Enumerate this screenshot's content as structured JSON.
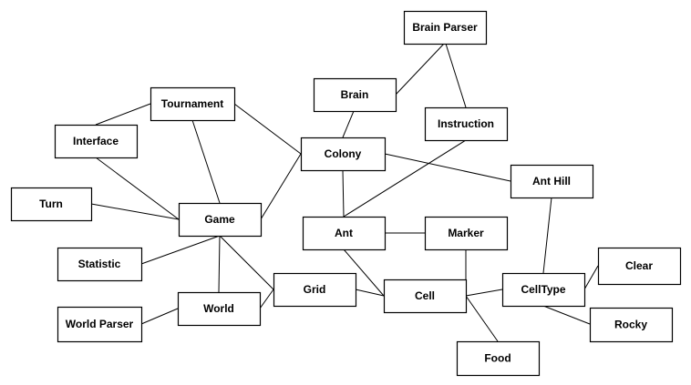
{
  "diagram": {
    "type": "class-association-diagram",
    "nodes": [
      {
        "id": "brain-parser",
        "label": "Brain Parser"
      },
      {
        "id": "brain",
        "label": "Brain"
      },
      {
        "id": "tournament",
        "label": "Tournament"
      },
      {
        "id": "instruction",
        "label": "Instruction"
      },
      {
        "id": "interface",
        "label": "Interface"
      },
      {
        "id": "colony",
        "label": "Colony"
      },
      {
        "id": "ant-hill",
        "label": "Ant Hill"
      },
      {
        "id": "turn",
        "label": "Turn"
      },
      {
        "id": "game",
        "label": "Game"
      },
      {
        "id": "ant",
        "label": "Ant"
      },
      {
        "id": "marker",
        "label": "Marker"
      },
      {
        "id": "statistic",
        "label": "Statistic"
      },
      {
        "id": "clear",
        "label": "Clear"
      },
      {
        "id": "grid",
        "label": "Grid"
      },
      {
        "id": "cell",
        "label": "Cell"
      },
      {
        "id": "celltype",
        "label": "CellType"
      },
      {
        "id": "world",
        "label": "World"
      },
      {
        "id": "world-parser",
        "label": "World Parser"
      },
      {
        "id": "rocky",
        "label": "Rocky"
      },
      {
        "id": "food",
        "label": "Food"
      }
    ],
    "edges": [
      [
        "brain-parser",
        "brain"
      ],
      [
        "brain-parser",
        "instruction"
      ],
      [
        "brain",
        "colony"
      ],
      [
        "instruction",
        "ant"
      ],
      [
        "tournament",
        "interface"
      ],
      [
        "tournament",
        "game"
      ],
      [
        "tournament",
        "colony"
      ],
      [
        "interface",
        "game"
      ],
      [
        "turn",
        "game"
      ],
      [
        "statistic",
        "game"
      ],
      [
        "game",
        "colony"
      ],
      [
        "game",
        "world"
      ],
      [
        "game",
        "grid"
      ],
      [
        "colony",
        "ant"
      ],
      [
        "colony",
        "ant-hill"
      ],
      [
        "ant",
        "marker"
      ],
      [
        "ant",
        "cell"
      ],
      [
        "marker",
        "cell"
      ],
      [
        "grid",
        "cell"
      ],
      [
        "grid",
        "world"
      ],
      [
        "world",
        "world-parser"
      ],
      [
        "cell",
        "celltype"
      ],
      [
        "cell",
        "food"
      ],
      [
        "celltype",
        "ant-hill"
      ],
      [
        "celltype",
        "clear"
      ],
      [
        "celltype",
        "rocky"
      ]
    ]
  }
}
